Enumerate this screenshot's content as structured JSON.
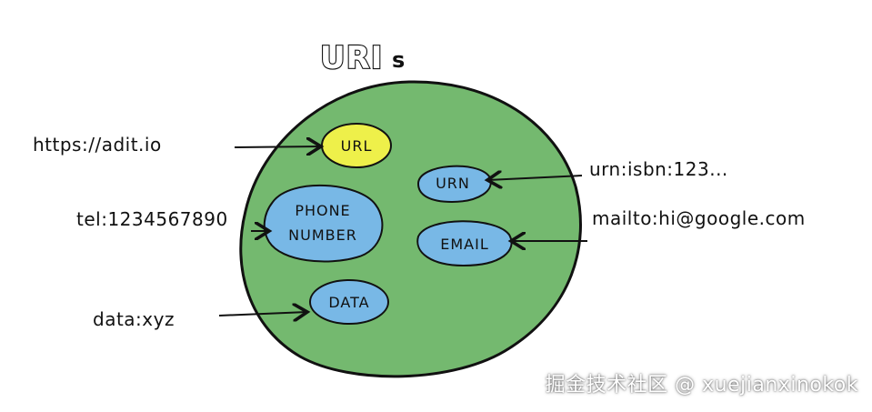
{
  "diagram": {
    "title": "URI",
    "title_suffix": "s",
    "colors": {
      "circle": "#74b96f",
      "url_bubble": "#eef04a",
      "blue_bubble": "#78b8e6",
      "outline": "#111111"
    },
    "bubbles": {
      "url": "URL",
      "urn": "URN",
      "phone_line1": "PHONE",
      "phone_line2": "NUMBER",
      "email": "EMAIL",
      "data": "DATA"
    },
    "schemes": {
      "https": "https://adit.io",
      "urn": "urn:isbn:123...",
      "tel": "tel:1234567890",
      "mailto": "mailto:hi@google.com",
      "data": "data:xyz"
    }
  },
  "watermark": "掘金技术社区 @ xuejianxinokok"
}
